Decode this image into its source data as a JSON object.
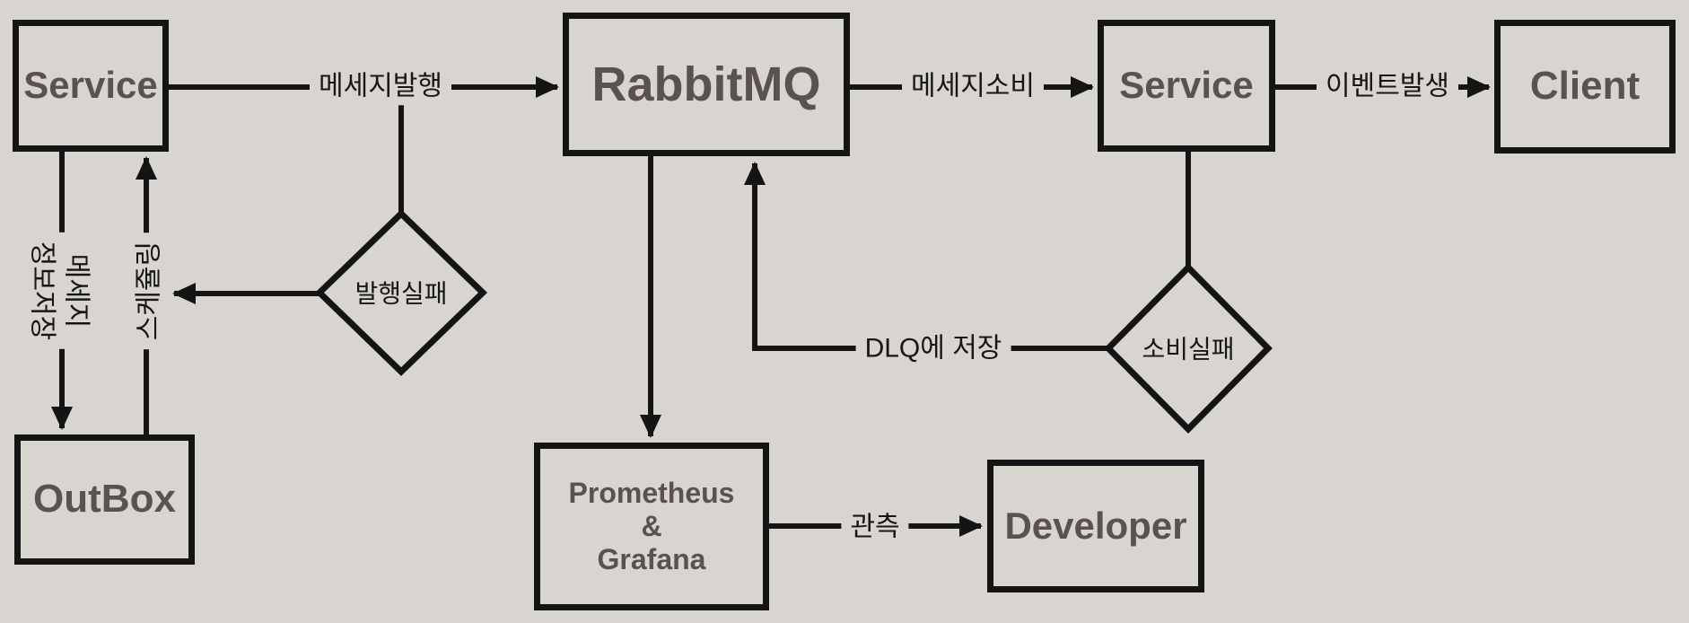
{
  "diagram": {
    "title": "RabbitMQ messaging flow diagram",
    "palette": {
      "bg": "#d8d5d1",
      "ink": "#141414",
      "node-text": "#5b524f",
      "edge-text": "#161616"
    },
    "nodes": {
      "service_left": {
        "label": "Service"
      },
      "rabbitmq": {
        "label": "RabbitMQ"
      },
      "service_right": {
        "label": "Service"
      },
      "client": {
        "label": "Client"
      },
      "outbox": {
        "label": "OutBox"
      },
      "prometheus": {
        "label": "Prometheus\n&\nGrafana"
      },
      "developer": {
        "label": "Developer"
      }
    },
    "decisions": {
      "publish_fail": {
        "label": "발행실패"
      },
      "consume_fail": {
        "label": "소비실패"
      }
    },
    "edges": {
      "publish": {
        "label": "메세지발행"
      },
      "consume": {
        "label": "메세지소비"
      },
      "event": {
        "label": "이벤트발생"
      },
      "save_info": {
        "label": "메세지\n정보저장"
      },
      "schedule": {
        "label": "스케쥴링"
      },
      "dlq": {
        "label": "DLQ에 저장"
      },
      "observe": {
        "label": "관측"
      }
    }
  }
}
